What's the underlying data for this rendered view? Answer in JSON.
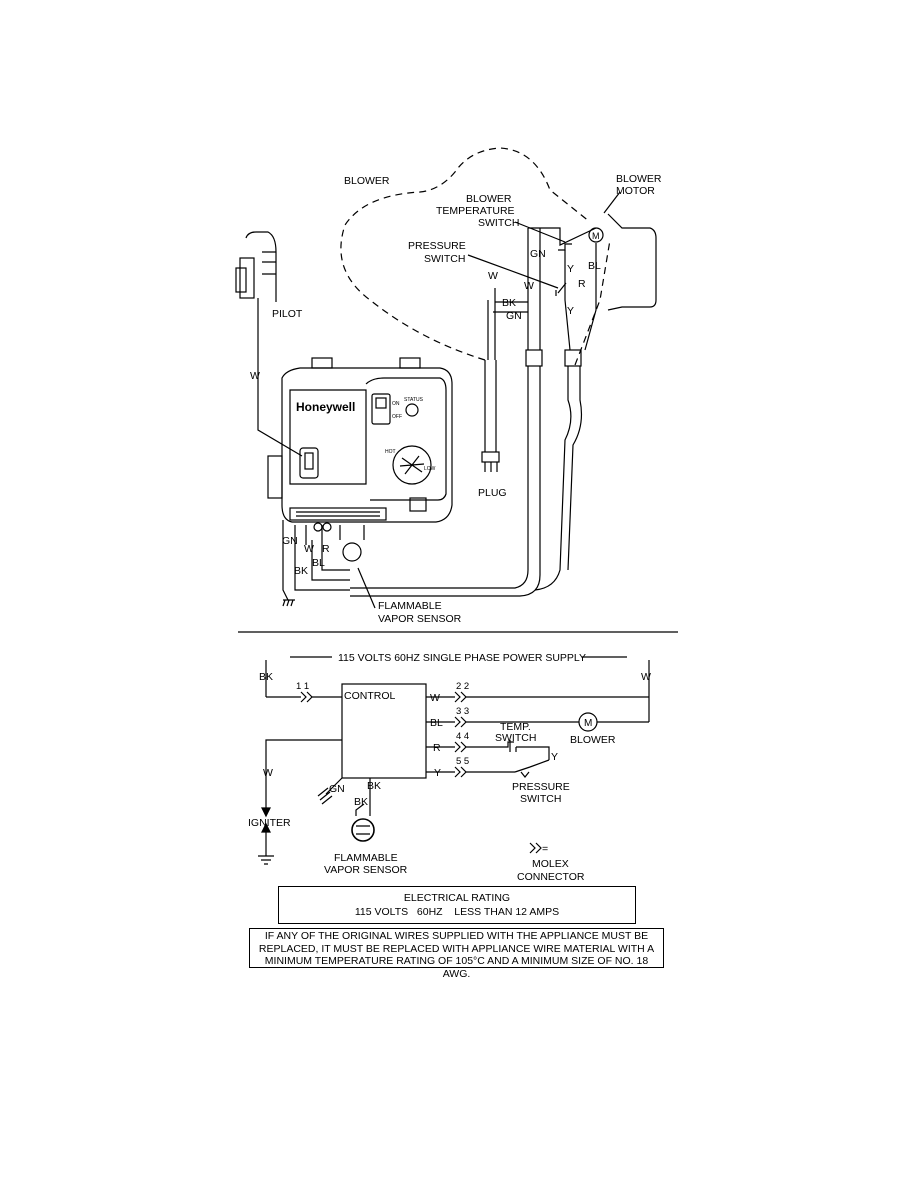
{
  "top": {
    "blower": "BLOWER",
    "blower_motor": [
      "BLOWER",
      "MOTOR"
    ],
    "blower_temp_switch": [
      "BLOWER",
      "TEMPERATURE",
      "SWITCH"
    ],
    "pressure_switch": [
      "PRESSURE",
      "SWITCH"
    ],
    "pilot": "PILOT",
    "plug": "PLUG",
    "brand": "Honeywell",
    "status": "STATUS",
    "on": "ON",
    "off": "OFF",
    "hot": "HOT",
    "low": "LOW",
    "flammable_sensor": [
      "FLAMMABLE",
      "VAPOR SENSOR"
    ],
    "wires": {
      "w": "W",
      "gn": "GN",
      "bk": "BK",
      "bl": "BL",
      "r": "R",
      "y": "Y",
      "m": "M"
    }
  },
  "schematic": {
    "supply_title": "115 VOLTS 60HZ SINGLE PHASE POWER SUPPLY",
    "control": "CONTROL",
    "bk": "BK",
    "w": "W",
    "gn": "GN",
    "bl": "BL",
    "r": "R",
    "y": "Y",
    "pin_1": "1  1",
    "pin_2": "2  2",
    "pin_3": "3  3",
    "pin_4": "4  4",
    "pin_5": "5  5",
    "temp_switch": [
      "TEMP.",
      "SWITCH"
    ],
    "blower": "BLOWER",
    "motor_symbol": "M",
    "pressure_switch": [
      "PRESSURE",
      "SWITCH"
    ],
    "igniter": "IGNITER",
    "flammable_sensor": [
      "FLAMMABLE",
      "VAPOR SENSOR"
    ],
    "molex_symbol": ">>=",
    "molex": [
      "MOLEX",
      "CONNECTOR"
    ]
  },
  "rating": {
    "title": "ELECTRICAL RATING",
    "value": "115 VOLTS   60HZ    LESS THAN 12 AMPS"
  },
  "warning": [
    "IF ANY OF THE ORIGINAL WIRES SUPPLIED WITH THE APPLIANCE MUST BE",
    "REPLACED, IT MUST BE REPLACED WITH APPLIANCE WIRE MATERIAL WITH A",
    "MINIMUM TEMPERATURE RATING OF 105°C AND A MINIMUM SIZE OF NO. 18 AWG."
  ]
}
